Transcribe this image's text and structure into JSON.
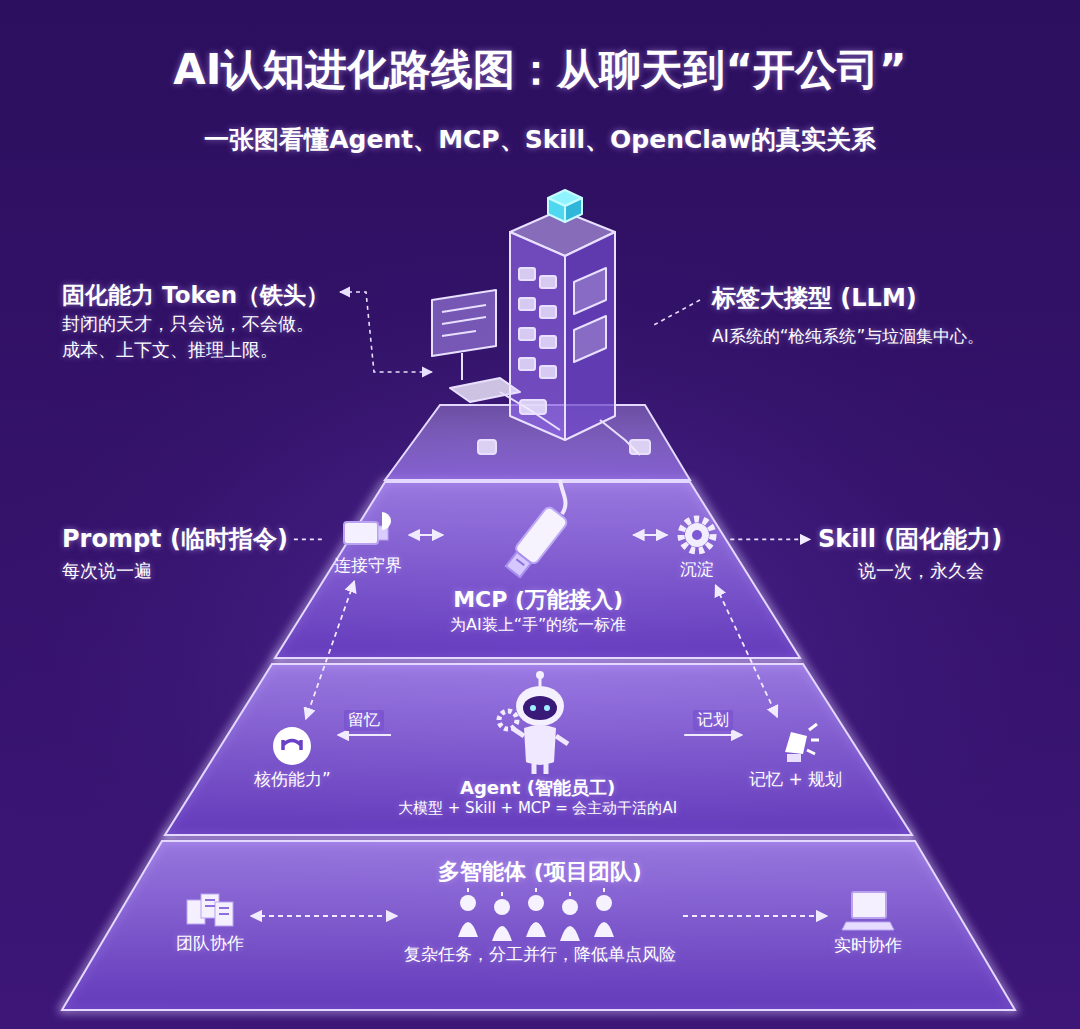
{
  "diagram": {
    "title": "AI认知进化路线图：从聊天到“开公司”",
    "nodes": [
      {
        "text": [
          "连接守界"
        ]
      },
      {
        "text": [
          "MCP (万能接入)",
          "为AI装上“手”的统一标准"
        ]
      },
      {
        "text": [
          "沉淀"
        ]
      },
      {
        "text": [
          "核伤能力”"
        ]
      },
      {
        "text": [
          "Agent (智能员工)",
          "大模型 + Skill + MCP = 会主动干活的AI"
        ]
      },
      {
        "text": [
          "记忆 + 规划"
        ]
      },
      {
        "text": [
          "团队协作"
        ]
      },
      {
        "text": [
          "多智能体 (项目团队)",
          "复杂任务，分工并行，降低单点风险"
        ]
      },
      {
        "text": [
          "实时协作"
        ]
      }
    ],
    "edges": [
      {
        "from": 0,
        "to": 1,
        "arrow": "both"
      },
      {
        "from": 1,
        "to": 2,
        "arrow": "both"
      },
      {
        "from": 0,
        "to": 3,
        "arrow": "both"
      },
      {
        "from": 2,
        "to": 5,
        "arrow": "both"
      },
      {
        "from": 4,
        "to": 3,
        "label": "留忆",
        "arrow": "to"
      },
      {
        "from": 4,
        "to": 5,
        "label": "记划",
        "arrow": "to"
      },
      {
        "from": 6,
        "to": 7,
        "arrow": "both"
      },
      {
        "from": 7,
        "to": 8,
        "arrow": "to"
      }
    ],
    "labels": [
      "一张图看懂Agent、MCP、Skill、OpenClaw的真实关系",
      "固化能力 Token（铁头）",
      "封闭的天才，只会说，不会做。 成本、上下文、推理上限。",
      "标签大搂型 (LLM)",
      "AI系统的“枪纯系统”与垃涸集中心。",
      "Prompt (临时指令)",
      "每次说一遍",
      "Skill (固化能力)",
      "说一次，永久会"
    ]
  }
}
